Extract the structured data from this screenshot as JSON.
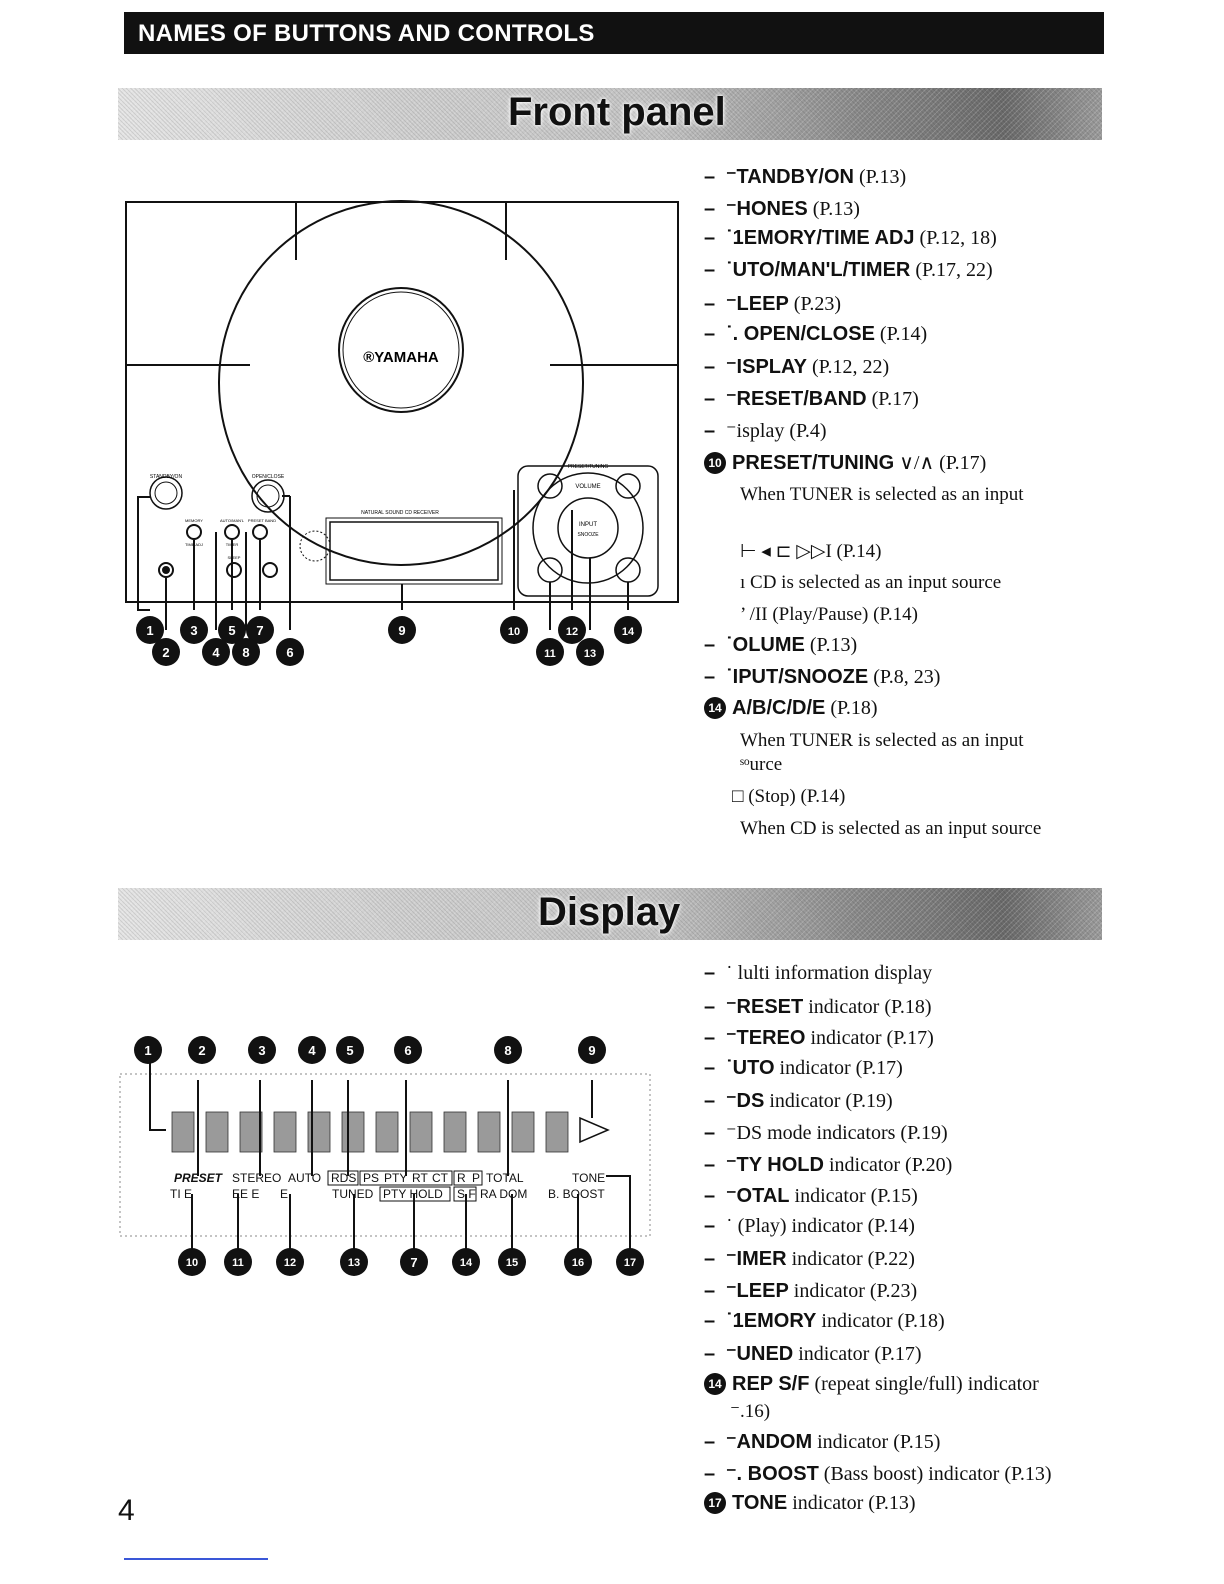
{
  "header": {
    "title": "NAMES OF BUTTONS AND CONTROLS"
  },
  "front_panel": {
    "title": "Front panel",
    "brand": "®YAMAHA",
    "device_labels": {
      "standby": "STANDBY/ON",
      "openclose": "OPEN/CLOSE",
      "memory": "MEMORY",
      "time_adj": "TIME ADJ",
      "auto_man": "AUTO/MAN'L",
      "timer": "TIMER",
      "sleep": "SLEEP",
      "preset_band": "PRESET BAND",
      "natural": "NATURAL SOUND CD RECEIVER",
      "preset_tuning": "PRESET/TUNING",
      "volume": "VOLUME",
      "input": "INPUT",
      "snooze": "SNOOZE"
    },
    "callouts": [
      "1",
      "2",
      "3",
      "4",
      "5",
      "6",
      "7",
      "8",
      "9",
      "10",
      "11",
      "12",
      "13",
      "14"
    ],
    "items": [
      {
        "mark": "–",
        "label": "⁻TANDBY/ON",
        "ref": "(P.13)"
      },
      {
        "mark": "–",
        "label": "⁻HONES",
        "ref": "(P.13)"
      },
      {
        "mark": "–",
        "label": "˙1EMORY/TIME ADJ",
        "ref": "(P.12, 18)"
      },
      {
        "mark": "–",
        "label": "˙UTO/MAN'L/TIMER",
        "ref": "(P.17, 22)"
      },
      {
        "mark": "–",
        "label": "⁻LEEP",
        "ref": "(P.23)"
      },
      {
        "mark": "–",
        "label": "˙. OPEN/CLOSE",
        "ref": "(P.14)"
      },
      {
        "mark": "–",
        "label": "⁻ISPLAY",
        "ref": "(P.12, 22)"
      },
      {
        "mark": "–",
        "label": "⁻RESET/BAND",
        "ref": "(P.17)"
      },
      {
        "mark": "–",
        "label": "",
        "ref": "⁻isplay (P.4)"
      },
      {
        "mark": "10",
        "label": "PRESET/TUNING",
        "ref": "∨/∧ (P.17)"
      },
      {
        "mark": "–",
        "label": "˙OLUME",
        "ref": "(P.13)"
      },
      {
        "mark": "–",
        "label": "˙IPUT/SNOOZE",
        "ref": "(P.8, 23)"
      },
      {
        "mark": "14",
        "label": "A/B/C/D/E",
        "ref": "(P.18)"
      }
    ],
    "notes": {
      "preset_tuner": "When TUNER is selected as an input",
      "skip": "⊢    ◂     ⊏      ▷▷I (P.14)",
      "skip_cd": "ı CD is selected as an input source",
      "playpause": "’ /II (Play/Pause) (P.14)",
      "abcde_tuner": "When TUNER is selected as an input",
      "abcde_tuner2": "ˢᵒurce",
      "stop": "□ (Stop) (P.14)",
      "stop_cd": "When CD is selected as an input source"
    }
  },
  "display": {
    "title": "Display",
    "lcd_labels": {
      "preset": "PRESET",
      "stereo": "STEREO",
      "auto": "AUTO",
      "rds": "RDS",
      "ps": "PS",
      "pty": "PTY",
      "rt": "RT",
      "ct": "CT",
      "rep": "R",
      "p": "P",
      "total": "TOTAL",
      "tone": "TONE",
      "timer": "TI  E",
      "sleep": "EE  E",
      "memory": "E",
      "tuned": "TUNED",
      "pty_hold": "PTY HOLD",
      "sf": "S  F",
      "random": "RA  DOM",
      "bboost": "B. BOOST"
    },
    "callouts_top": [
      "1",
      "2",
      "3",
      "4",
      "5",
      "6",
      "8",
      "9"
    ],
    "callouts_bottom": [
      "10",
      "11",
      "12",
      "13",
      "7",
      "14",
      "15",
      "16",
      "17"
    ],
    "items": [
      {
        "mark": "–",
        "label": "",
        "ref": "˙ lulti information display"
      },
      {
        "mark": "–",
        "label": "⁻RESET",
        "ref": "indicator (P.18)"
      },
      {
        "mark": "–",
        "label": "⁻TEREO",
        "ref": "indicator (P.17)"
      },
      {
        "mark": "–",
        "label": "˙UTO",
        "ref": "indicator (P.17)"
      },
      {
        "mark": "–",
        "label": "⁻DS",
        "ref": "indicator (P.19)"
      },
      {
        "mark": "–",
        "label": "",
        "ref": "⁻DS mode indicators (P.19)"
      },
      {
        "mark": "–",
        "label": "⁻TY HOLD",
        "ref": "indicator (P.20)"
      },
      {
        "mark": "–",
        "label": "⁻OTAL",
        "ref": "indicator (P.15)"
      },
      {
        "mark": "–",
        "label": "",
        "ref": "˙ (Play) indicator (P.14)"
      },
      {
        "mark": "–",
        "label": "⁻IMER",
        "ref": "indicator (P.22)"
      },
      {
        "mark": "–",
        "label": "⁻LEEP",
        "ref": "indicator (P.23)"
      },
      {
        "mark": "–",
        "label": "˙1EMORY",
        "ref": "indicator (P.18)"
      },
      {
        "mark": "–",
        "label": "⁻UNED",
        "ref": "indicator (P.17)"
      },
      {
        "mark": "14",
        "label": "REP S/F",
        "ref": "(repeat single/full) indicator"
      },
      {
        "mark": "–",
        "label": "⁻ANDOM",
        "ref": "indicator (P.15)"
      },
      {
        "mark": "–",
        "label": "⁻. BOOST",
        "ref": "(Bass boost) indicator (P.13)"
      },
      {
        "mark": "17",
        "label": "TONE",
        "ref": "indicator (P.13)"
      }
    ],
    "notes": {
      "rep_ref": "⁻.16)"
    }
  },
  "page_number": "4"
}
